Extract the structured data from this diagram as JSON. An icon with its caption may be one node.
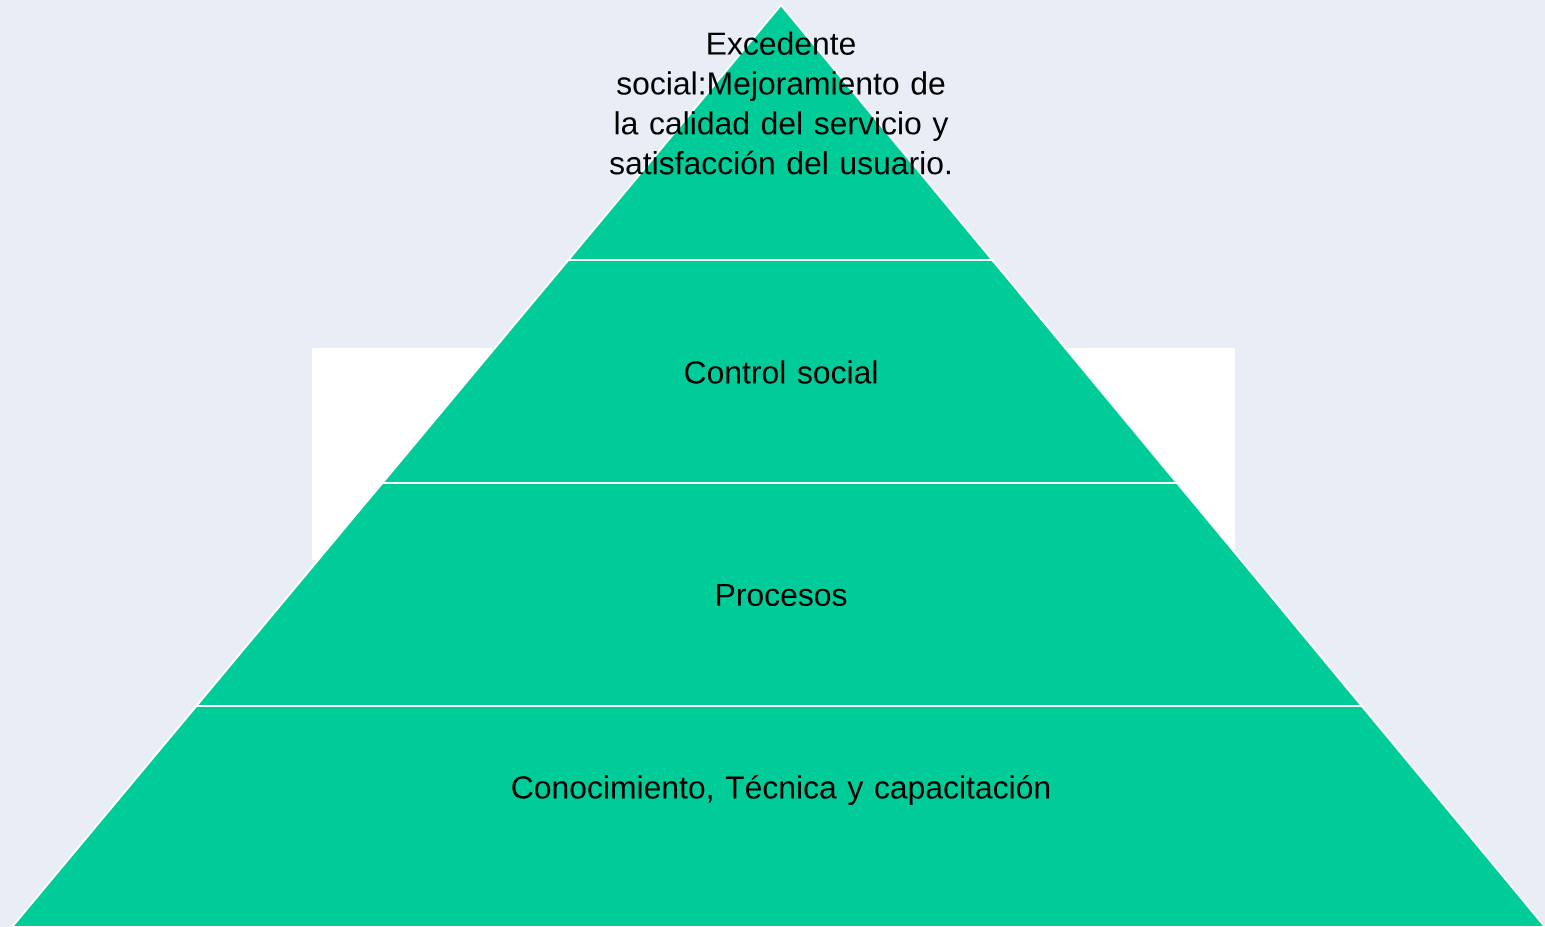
{
  "diagram": {
    "nodes": [
      {
        "text": [
          "Excedente social:Mejoramiento de la calidad del servicio y satisfacción del usuario."
        ]
      },
      {
        "text": [
          "Control social"
        ]
      },
      {
        "text": [
          "Procesos"
        ]
      },
      {
        "text": [
          "Conocimiento, Técnica y capacitación"
        ]
      }
    ]
  }
}
